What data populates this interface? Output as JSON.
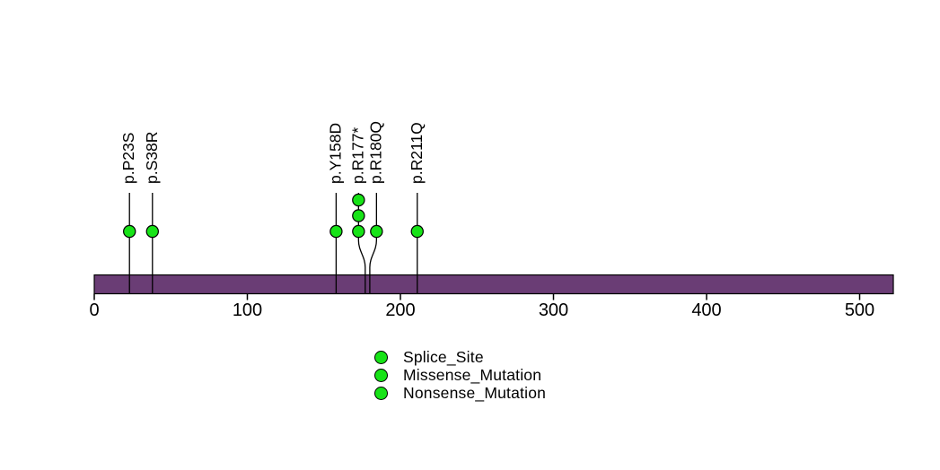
{
  "chart_data": {
    "type": "lollipop",
    "title": "",
    "xlabel": "",
    "ylabel": "",
    "xlim": [
      0,
      522
    ],
    "protein_length": 522,
    "axis_ticks": [
      0,
      100,
      200,
      300,
      400,
      500
    ],
    "grid": false,
    "legend_position": "bottom-center",
    "mutations": [
      {
        "label": "p.P23S",
        "position": 23,
        "count": 1
      },
      {
        "label": "p.S38R",
        "position": 38,
        "count": 1
      },
      {
        "label": "p.Y158D",
        "position": 158,
        "count": 1
      },
      {
        "label": "p.R177*",
        "position": 177,
        "count": 3
      },
      {
        "label": "p.R180Q",
        "position": 180,
        "count": 1
      },
      {
        "label": "p.R211Q",
        "position": 211,
        "count": 1
      }
    ],
    "legend": [
      {
        "label": "Splice_Site",
        "color": "#17e317"
      },
      {
        "label": "Missense_Mutation",
        "color": "#17e317"
      },
      {
        "label": "Nonsense_Mutation",
        "color": "#17e317"
      }
    ],
    "colors": {
      "backbone": "#6a3d75",
      "marker": "#17e317",
      "marker_outline": "#000000",
      "axis": "#000000"
    }
  }
}
